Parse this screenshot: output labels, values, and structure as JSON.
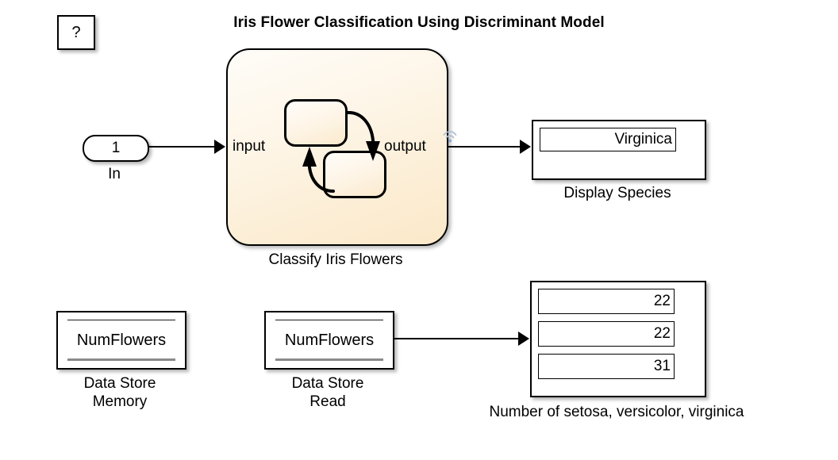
{
  "model": {
    "title": "Iris Flower Classification Using Discriminant Model",
    "help_label": "?"
  },
  "blocks": {
    "inport": {
      "port_number": "1",
      "label": "In"
    },
    "chart": {
      "name": "Classify Iris Flowers",
      "input_port_label": "input",
      "output_port_label": "output",
      "viewer_badge": "signal-viewer-icon"
    },
    "display_species": {
      "label": "Display Species",
      "value": "Virginica"
    },
    "data_store_memory": {
      "label": "Data Store\nMemory",
      "value": "NumFlowers"
    },
    "data_store_read": {
      "label": "Data Store\nRead",
      "value": "NumFlowers"
    },
    "display_counts": {
      "label": "Number of setosa, versicolor, virginica",
      "values": [
        "22",
        "22",
        "31"
      ]
    }
  },
  "colors": {
    "canvas": "#ffffff",
    "line": "#000000",
    "chart_fill_top": "#fffdf9",
    "chart_fill_bottom": "#fbe8c8",
    "viewer_badge": "#a8bdd6"
  }
}
